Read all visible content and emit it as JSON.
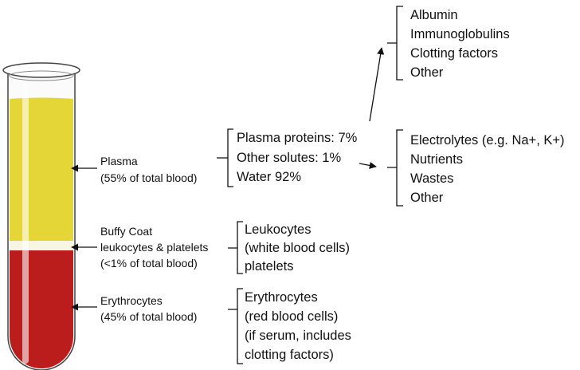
{
  "tube": {
    "plasma_color": "#e4d637",
    "buffy_color": "#f7f6e2",
    "rbc_color": "#bb1d1d",
    "glass_color": "#444444"
  },
  "left_labels": {
    "plasma": {
      "title": "Plasma",
      "detail": "(55% of total blood)"
    },
    "buffy": {
      "title": "Buffy Coat",
      "line2": "leukocytes & platelets",
      "detail": "(<1% of total blood)"
    },
    "erythrocytes": {
      "title": "Erythrocytes",
      "detail": "(45% of total blood)"
    }
  },
  "plasma_components": [
    "Plasma proteins:  7%",
    "Other solutes: 1%",
    "Water 92%"
  ],
  "plasma_proteins": [
    "Albumin",
    "Immunoglobulins",
    "Clotting factors",
    "Other"
  ],
  "other_solutes": [
    "Electrolytes (e.g. Na+, K+)",
    "Nutrients",
    "Wastes",
    "Other"
  ],
  "buffy_contents": [
    "Leukocytes",
    "(white blood cells)",
    "platelets"
  ],
  "rbc_contents": [
    "Erythrocytes",
    "(red blood cells)",
    "(if serum, includes",
    "clotting factors)"
  ]
}
